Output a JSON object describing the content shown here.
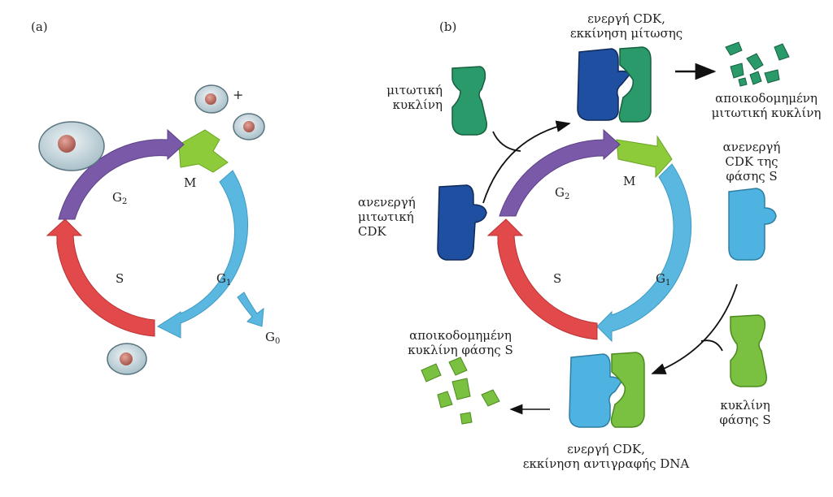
{
  "panel_a": {
    "label": "(a)",
    "phases": {
      "M": "M",
      "G1": "G",
      "G1_sub": "1",
      "S": "S",
      "G2": "G",
      "G2_sub": "2",
      "G0": "G",
      "G0_sub": "0"
    },
    "plus": "+"
  },
  "panel_b": {
    "label": "(b)",
    "phases": {
      "M": "M",
      "G1": "G",
      "G1_sub": "1",
      "S": "S",
      "G2": "G",
      "G2_sub": "2"
    },
    "labels": {
      "active_mitosis_1": "ενεργή CDK,",
      "active_mitosis_2": "εκκίνηση μίτωσης",
      "mitotic_cyclin_1": "μιτωτική",
      "mitotic_cyclin_2": "κυκλίνη",
      "degraded_mitotic_1": "αποικοδομημένη",
      "degraded_mitotic_2": "μιτωτική κυκλίνη",
      "inactive_s_1": "ανενεργή",
      "inactive_s_2": "CDK της",
      "inactive_s_3": "φάσης S",
      "inactive_mitotic_1": "ανενεργή",
      "inactive_mitotic_2": "μιτωτική",
      "inactive_mitotic_3": "CDK",
      "degraded_s_1": "αποικοδομημένη",
      "degraded_s_2": "κυκλίνη φάσης S",
      "s_cyclin_1": "κυκλίνη",
      "s_cyclin_2": "φάσης S",
      "active_dna_1": "ενεργή CDK,",
      "active_dna_2": "εκκίνηση αντιγραφής DNA"
    }
  },
  "colors": {
    "M": "#8ecb3a",
    "G1": "#5ab8e0",
    "S": "#e2494a",
    "G2": "#7a5aa8",
    "mitotic_cdk": "#1f4fa0",
    "mitotic_cyclin": "#2a9a6a",
    "s_cdk": "#4fb3e2",
    "s_cyclin": "#7ac142",
    "cell": "#cfdde3",
    "nucleus": "#c7786a"
  }
}
